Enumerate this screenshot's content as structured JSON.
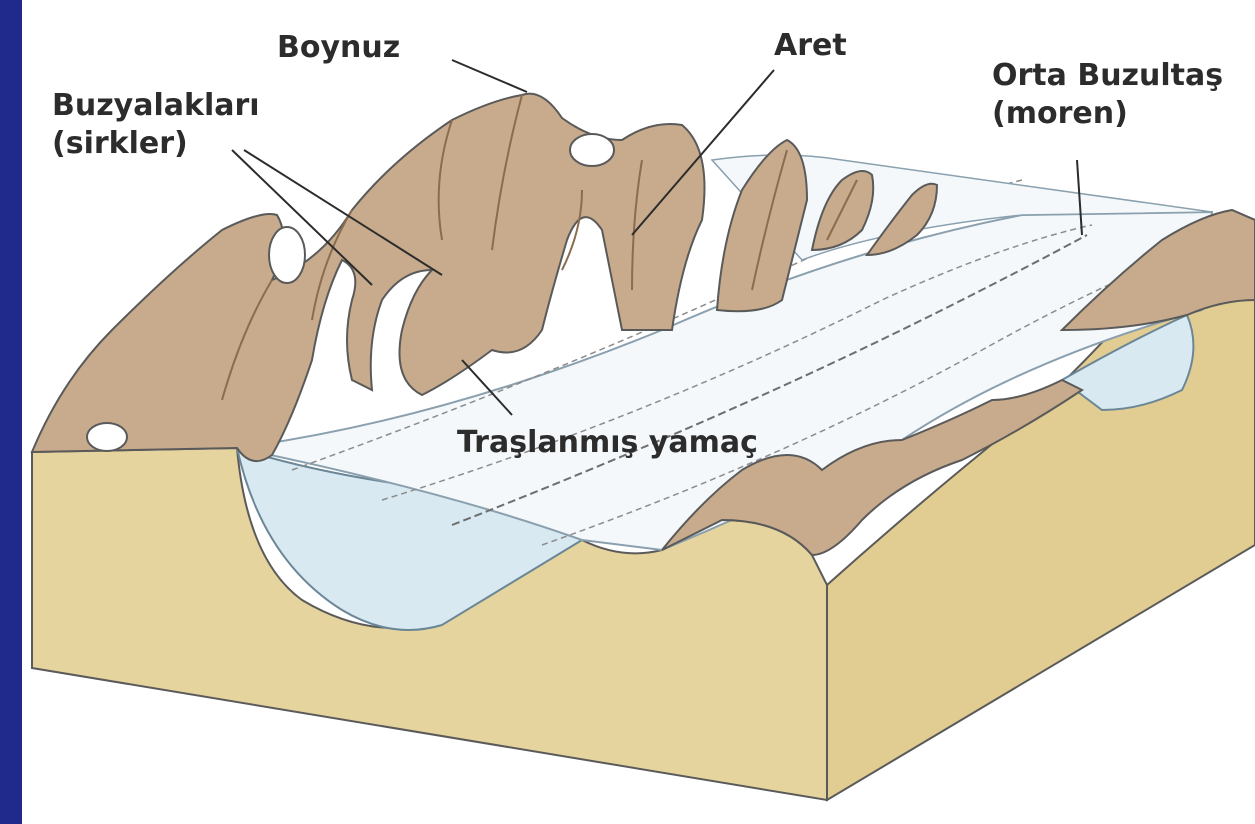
{
  "colors": {
    "frame": "#1f2a8c",
    "background": "#ffffff",
    "rock": "#c7ab8c",
    "rock_dark": "#8a6d4e",
    "block_top": "#efe2b8",
    "block_side": "#e6d49e",
    "ice": "#f4f8fb",
    "lake": "#d8e9f1",
    "outline": "#5a5a5a",
    "text": "#2c2c2c"
  },
  "labels": {
    "horn": "Boynuz",
    "arete": "Aret",
    "cirques_line1": "Buzyalakları",
    "cirques_line2": "(sirkler)",
    "medial_moraine_line1": "Orta Buzultaş",
    "medial_moraine_line2": "(moren)",
    "truncated_spur": "Traşlanmış yamaç"
  }
}
